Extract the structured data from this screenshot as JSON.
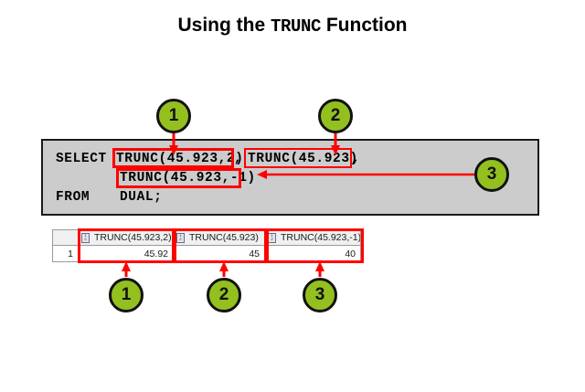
{
  "title": {
    "prefix": "Using the ",
    "mono": "TRUNC",
    "suffix": " Function"
  },
  "code": {
    "keyword_select": "SELECT",
    "keyword_from": "FROM",
    "table": "DUAL;",
    "expr_1": "TRUNC(45.923,2)",
    "comma_1": ",",
    "expr_2": "TRUNC(45.923)",
    "comma_2": ",",
    "expr_3": "TRUNC(45.923,-1)",
    "background_color": "#cccccc",
    "border_color": "#1a1a1a"
  },
  "result_grid": {
    "row_number_header": "",
    "columns": [
      {
        "header": "TRUNC(45.923,2)",
        "type_icon": "numeric-column-icon"
      },
      {
        "header": "TRUNC(45.923)",
        "type_icon": "numeric-column-icon"
      },
      {
        "header": "TRUNC(45.923,-1)",
        "type_icon": "numeric-column-icon"
      }
    ],
    "rows": [
      {
        "num": "1",
        "values": [
          "45.92",
          "45",
          "40"
        ]
      }
    ]
  },
  "callouts": {
    "top": [
      {
        "label": "1",
        "points_to": "TRUNC(45.923,2)"
      },
      {
        "label": "2",
        "points_to": "TRUNC(45.923)"
      },
      {
        "label": "3",
        "points_to": "TRUNC(45.923,-1)"
      }
    ],
    "bottom": [
      {
        "label": "1",
        "points_to": "column-1"
      },
      {
        "label": "2",
        "points_to": "column-2"
      },
      {
        "label": "3",
        "points_to": "column-3"
      }
    ],
    "fill_color": "#93c01f",
    "border_color": "#111111",
    "arrow_color": "#ff0000"
  },
  "highlight_color": "#ff0000"
}
